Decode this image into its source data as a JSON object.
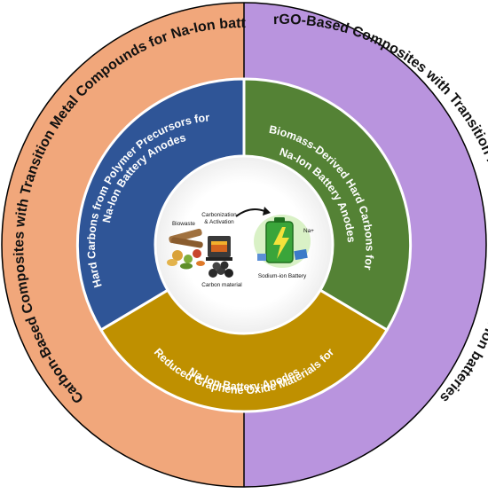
{
  "outer_ring": {
    "left_label": "Hard Carbon-Based Composites with Transition Metal Compounds for Na-Ion batteries",
    "right_label": "rGO-Based Composites with Transition Metal Compounds for Na-Ion batteries",
    "left_color": "#f1a77b",
    "right_color": "#b994de"
  },
  "middle_ring": {
    "top_left": {
      "lines": [
        "Hard Carbons from Polymer Precursors for",
        "Na-Ion Battery Anodes"
      ],
      "color": "#2f5597"
    },
    "top_right": {
      "lines": [
        "Biomass-Derived Hard Carbons for",
        "Na-Ion Battery Anodes"
      ],
      "color": "#548235"
    },
    "bottom": {
      "lines": [
        "Reduced Graphene Oxide Materials for",
        "Na-Ion Battery Anodes"
      ],
      "color": "#bf9000"
    }
  },
  "center": {
    "biowaste": "Biowaste",
    "carbonization_line1": "Carbonization",
    "carbonization_line2": "& Activation",
    "carbon_material": "Carbon material",
    "battery": "Sodium-ion Battery",
    "na_label": "Na+"
  }
}
